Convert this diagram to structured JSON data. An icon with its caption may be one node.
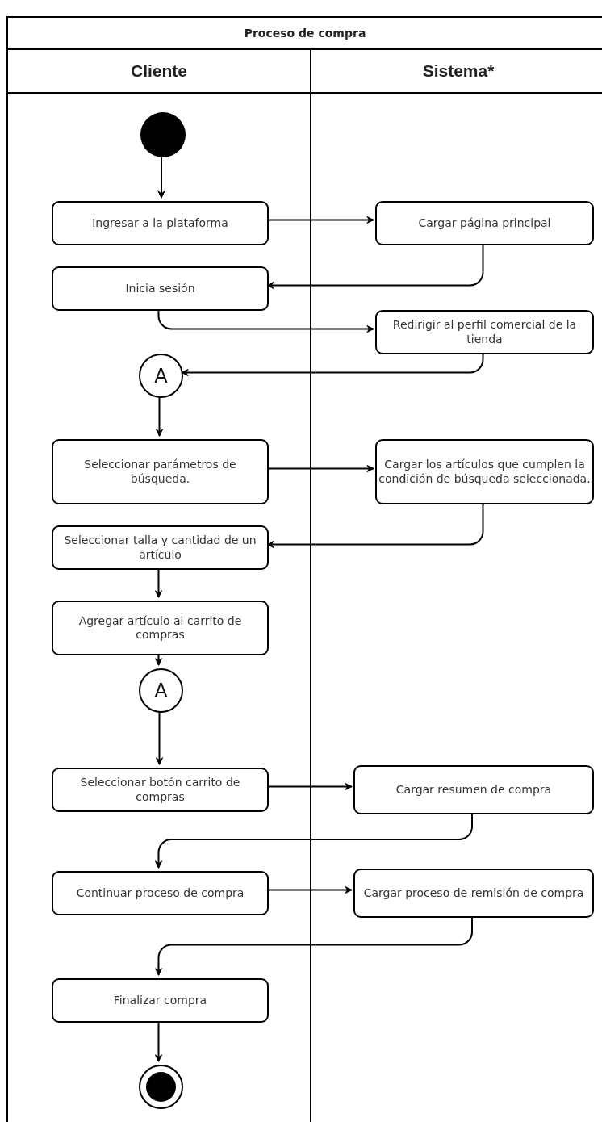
{
  "diagram": {
    "nodes": [
      {
        "text": [
          "Proceso de compra"
        ]
      },
      {
        "text": [
          "Cliente"
        ],
        "in": 0
      },
      {
        "text": [
          "Sistema*"
        ],
        "in": 0
      },
      {
        "text": [],
        "shape": "circle",
        "in": 1
      },
      {
        "text": [
          "Ingresar a la plataforma"
        ],
        "in": 1
      },
      {
        "text": [
          "Cargar página principal"
        ],
        "in": 2
      },
      {
        "text": [
          "Inicia sesión"
        ],
        "in": 1
      },
      {
        "text": [
          "Redirigir al perfil comercial de la tienda"
        ],
        "in": 2
      },
      {
        "text": [
          "A"
        ],
        "in": 1
      },
      {
        "text": [
          "Seleccionar parámetros de búsqueda."
        ],
        "in": 1
      },
      {
        "text": [
          "Cargar los artículos que cumplen la condición de búsqueda seleccionada."
        ],
        "in": 2
      },
      {
        "text": [
          "Seleccionar talla y cantidad de un artículo"
        ],
        "in": 1
      },
      {
        "text": [
          "Agregar artículo al carrito de compras"
        ],
        "in": 1
      },
      {
        "text": [
          "A"
        ],
        "in": 1
      },
      {
        "text": [
          "Seleccionar botón carrito de compras"
        ],
        "in": 1
      },
      {
        "text": [
          "Cargar resumen de compra"
        ],
        "in": 2
      },
      {
        "text": [
          "Continuar proceso de compra"
        ],
        "in": 1
      },
      {
        "text": [
          "Cargar proceso de remisión de compra"
        ],
        "in": 2
      },
      {
        "text": [
          "Finalizar compra"
        ],
        "in": 1
      },
      {
        "text": [],
        "shape": "bullseye",
        "in": 1
      }
    ],
    "edges": [
      {
        "from": 3,
        "to": 4,
        "arrow": "to"
      },
      {
        "from": 4,
        "to": 5,
        "arrow": "to"
      },
      {
        "from": 5,
        "to": 6,
        "arrow": "to"
      },
      {
        "from": 6,
        "to": 7,
        "arrow": "to"
      },
      {
        "from": 7,
        "to": 8,
        "arrow": "to"
      },
      {
        "from": 8,
        "to": 9,
        "arrow": "to"
      },
      {
        "from": 9,
        "to": 10,
        "arrow": "to"
      },
      {
        "from": 10,
        "to": 11,
        "arrow": "to"
      },
      {
        "from": 11,
        "to": 12,
        "arrow": "to"
      },
      {
        "from": 12,
        "to": 13,
        "arrow": "to"
      },
      {
        "from": 13,
        "to": 14,
        "arrow": "to"
      },
      {
        "from": 14,
        "to": 15,
        "arrow": "to"
      },
      {
        "from": 15,
        "to": 16,
        "arrow": "to"
      },
      {
        "from": 16,
        "to": 17,
        "arrow": "to"
      },
      {
        "from": 17,
        "to": 18,
        "arrow": "to"
      },
      {
        "from": 18,
        "to": 19,
        "arrow": "to"
      }
    ]
  }
}
